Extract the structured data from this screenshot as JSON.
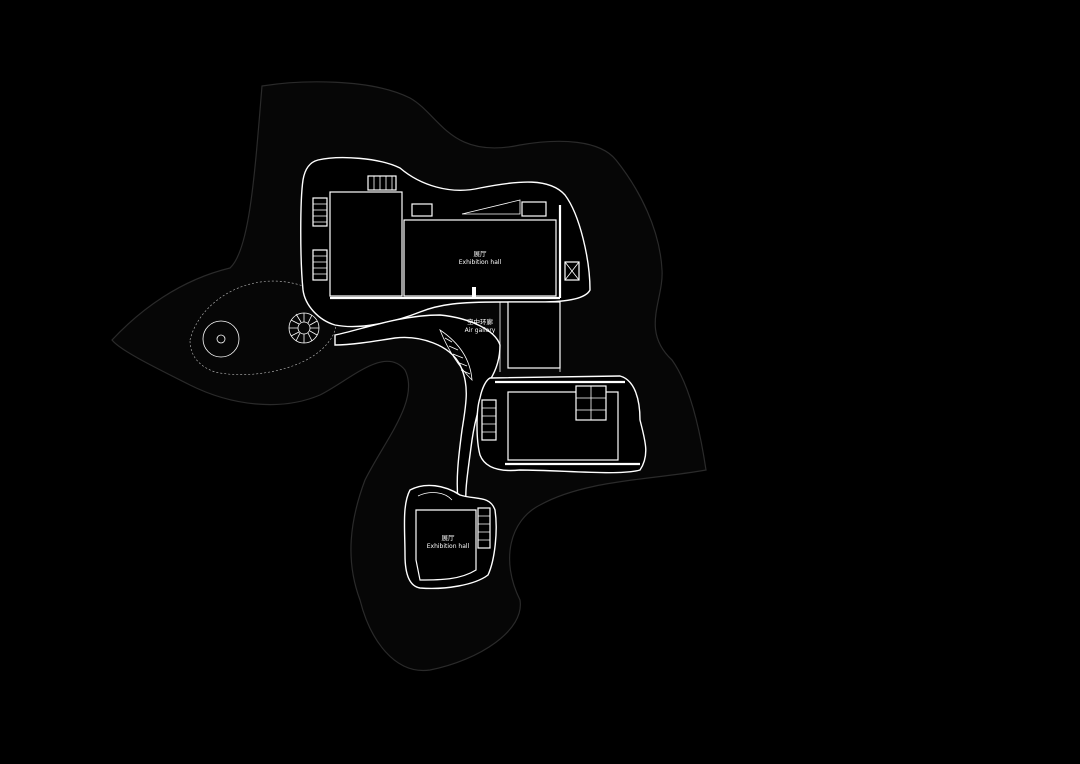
{
  "labels": {
    "exhibition_hall_top_cn": "展厅",
    "exhibition_hall_top_en": "Exhibition hall",
    "air_gallery_cn": "空中环廊",
    "air_gallery_en": "Air gallery",
    "exhibition_hall_bottom_cn": "展厅",
    "exhibition_hall_bottom_en": "Exhibition hall"
  },
  "colors": {
    "background": "#000000",
    "linework": "#ffffff"
  }
}
